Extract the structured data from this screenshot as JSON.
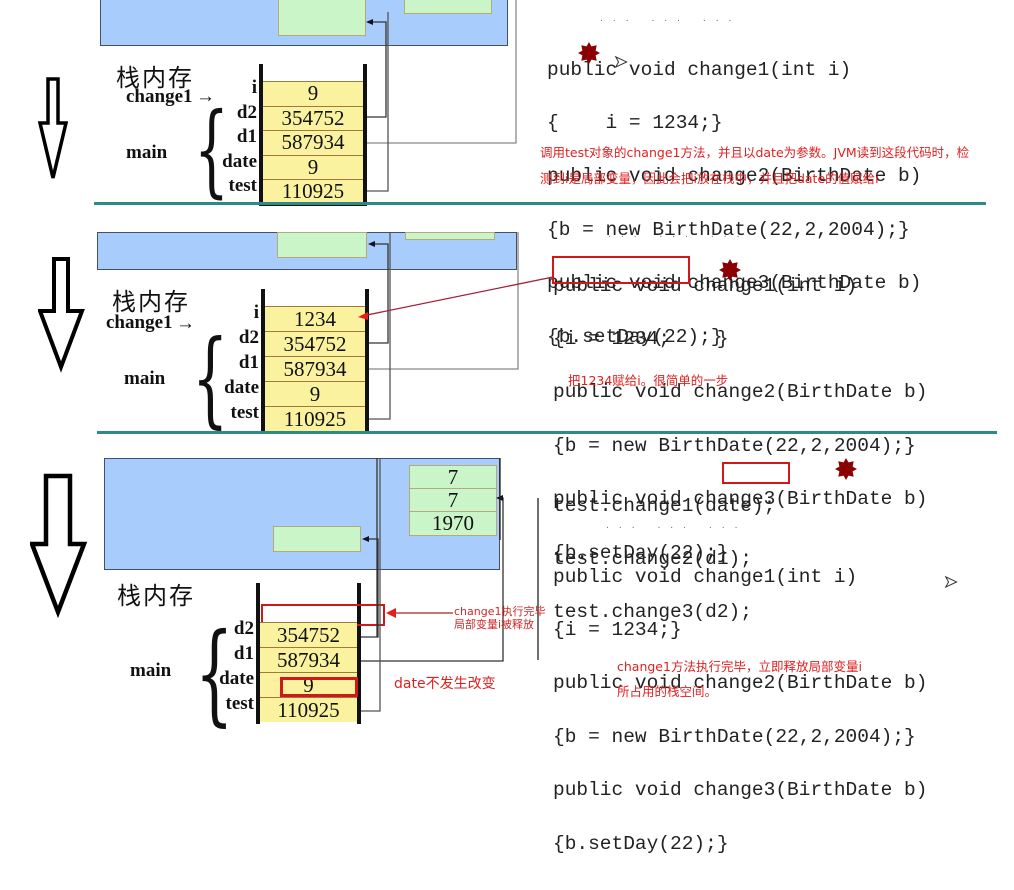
{
  "panels": [
    {
      "stack_title": "栈内存",
      "frame_labels": {
        "change1": "change1",
        "main": "main"
      },
      "stack": [
        {
          "var": "i",
          "value": "9"
        },
        {
          "var": "d2",
          "value": "354752"
        },
        {
          "var": "d1",
          "value": "587934"
        },
        {
          "var": "date",
          "value": "9"
        },
        {
          "var": "test",
          "value": "110925"
        }
      ],
      "code_lines": [
        "public void change1(int i)",
        "{    i = 1234;}",
        "public void change2(BirthDate b)",
        "{b = new BirthDate(22,2,2004);}",
        "public void change3(BirthDate b)",
        "{b.setDay(22);}"
      ],
      "code_dots": "... ... ...",
      "note_lines": [
        "调用test对象的change1方法，并且以date为参数。JVM读到这段代码时，检",
        "测到i是局部变量，因此会把i放在栈中，并且把date的值赋给i"
      ]
    },
    {
      "stack_title": "栈内存",
      "frame_labels": {
        "change1": "change1",
        "main": "main"
      },
      "stack": [
        {
          "var": "i",
          "value": "1234"
        },
        {
          "var": "d2",
          "value": "354752"
        },
        {
          "var": "d1",
          "value": "587934"
        },
        {
          "var": "date",
          "value": "9"
        },
        {
          "var": "test",
          "value": "110925"
        }
      ],
      "code_lines": [
        "public void change1(int i)",
        "{i = 1234;    }",
        "public void change2(BirthDate b)",
        "{b = new BirthDate(22,2,2004);}",
        "public void change3(BirthDate b)",
        "{b.setDay(22);}"
      ],
      "code_dots": "... ... ...",
      "note_lines": [
        "把1234赋给i。很简单的一步"
      ]
    },
    {
      "stack_title": "栈内存",
      "frame_labels": {
        "main": "main"
      },
      "heap_object": [
        "7",
        "7",
        "1970"
      ],
      "stack": [
        {
          "var": "d2",
          "value": "354752"
        },
        {
          "var": "d1",
          "value": "587934"
        },
        {
          "var": "date",
          "value": "9"
        },
        {
          "var": "test",
          "value": "110925"
        }
      ],
      "call_lines": [
        "test.change1(date);",
        "test.change2(d1);",
        "test.change3(d2);"
      ],
      "code_lines": [
        "public void change1(int i)",
        "{i = 1234;}",
        "public void change2(BirthDate b)",
        "{b = new BirthDate(22,2,2004);}",
        "public void change3(BirthDate b)",
        "{b.setDay(22);}"
      ],
      "code_dots": "... ... ...",
      "release_note": [
        "change1执行完毕",
        "局部变量i被释放"
      ],
      "date_note": "date不发生改变",
      "note_lines": [
        "change1方法执行完毕，立即释放局部变量i",
        "所占用的栈空间。"
      ]
    }
  ],
  "colors": {
    "heap": "#a8ccfb",
    "heap_box": "#c9f5c9",
    "stack_cell": "#fbf2a0",
    "divider": "#2d8a86",
    "note": "#e02020",
    "highlight": "#d01818",
    "marker": "#8b0000"
  }
}
